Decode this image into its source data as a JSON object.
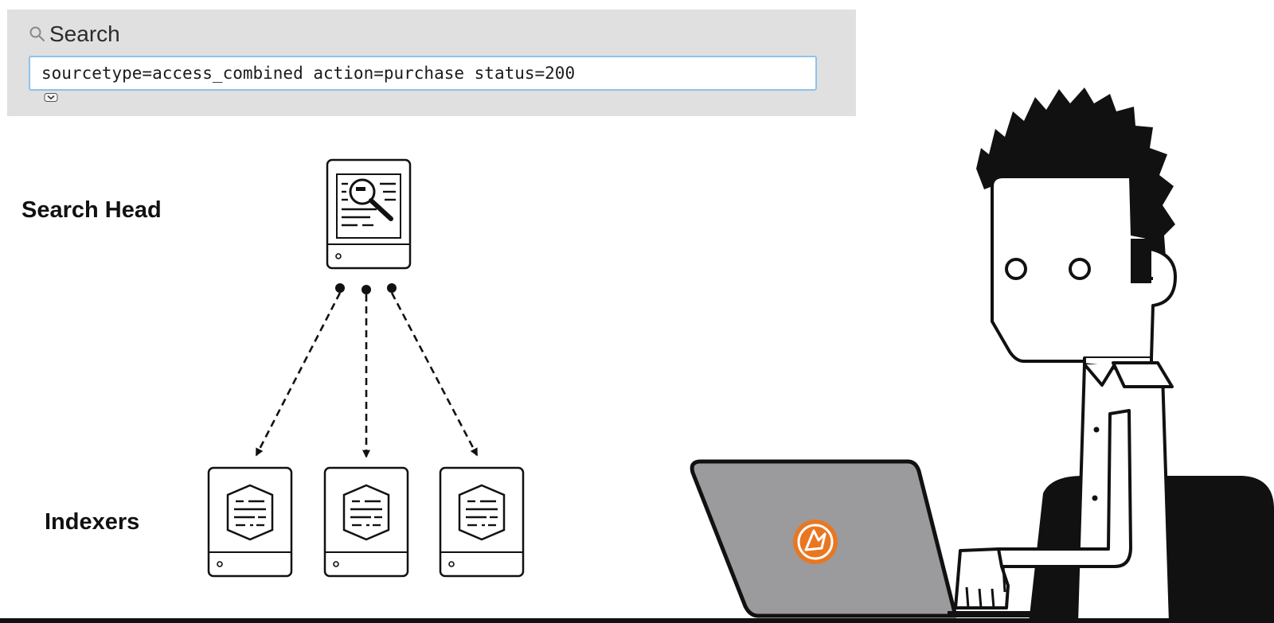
{
  "search": {
    "title": "Search",
    "query": "sourcetype=access_combined action=purchase status=200"
  },
  "diagram": {
    "search_head_label": "Search Head",
    "indexers_label": "Indexers"
  },
  "icons": {
    "search": "magnifier-icon",
    "expand": "chevron-down-icon",
    "search_head": "search-head-server-icon",
    "indexer": "indexer-server-icon",
    "laptop_logo": "splunk-logo-icon"
  },
  "colors": {
    "panel": "#e0e0e1",
    "field_border": "#8fc2ea",
    "laptop": "#9b9b9d",
    "logo": "#e87722"
  }
}
